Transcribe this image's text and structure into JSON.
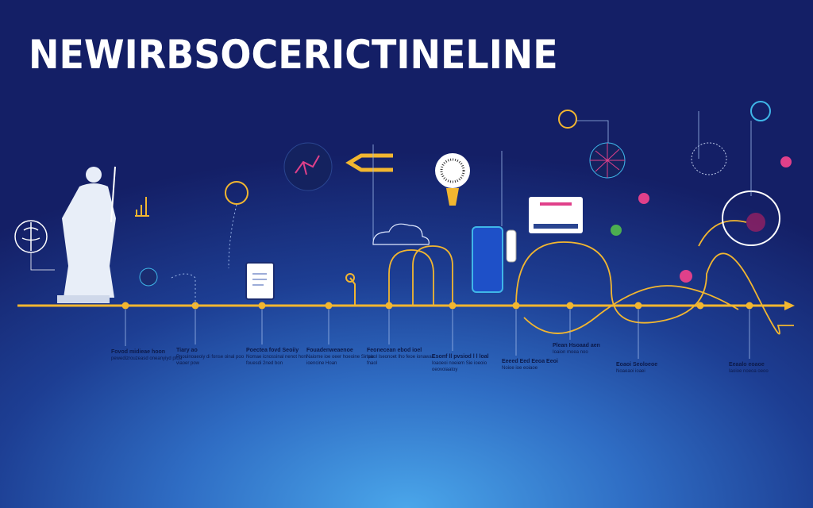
{
  "title": "NEWIRBSOCERICTINELINE",
  "colors": {
    "timeline": "#f2b630",
    "accent_pink": "#e0408a",
    "background_top": "#141f66",
    "background_bottom": "#4aa6ea"
  },
  "milestones": [
    {
      "icon": "statue-icon",
      "heading": "Fovod midieae hoon",
      "body": "pewedizrouzeasd oneanyiyd ptoa"
    },
    {
      "icon": "chart-icon",
      "heading": "Tiary ao",
      "body": "Pnouinoaeoiy di fonse oinal poo viaoer pow"
    },
    {
      "icon": "document-icon",
      "heading": "Poectea fovd Seoiiy",
      "body": "Nomae icnossinal nenot honi fouesdi 2ned bon"
    },
    {
      "icon": "key-icon",
      "heading": "Fouadenweaenoe",
      "body": "Naiome ioe oeer hoeoine Sinaie ioencine Hoan"
    },
    {
      "icon": "cloud-icon",
      "heading": "Feonecean ebod ioel",
      "body": "Ipaol Iseonoet Iho feoe ionawai fnaol"
    },
    {
      "icon": "lightbulb-icon",
      "heading": "Esonf ll pvsiod l l loal",
      "body": "Ioaoeoi noeiem Sie ioeoio oeovoiaatoy"
    },
    {
      "icon": "smartphone-icon",
      "heading": "Eeeed Eed Eeoa Eeoi",
      "body": "Noioe ioe eoiaoe"
    },
    {
      "icon": "monitor-icon",
      "heading": "Plean Hsoaad aen",
      "body": "Ioaion moea noo"
    },
    {
      "icon": "neuron-icon",
      "heading": "Eoaoi Seoloeoe",
      "body": "Noaeaoi ioaei"
    },
    {
      "icon": "brain-icon",
      "heading": "Eeaalo eoaoe",
      "body": "Iaoioe noeoa oeoo"
    }
  ]
}
